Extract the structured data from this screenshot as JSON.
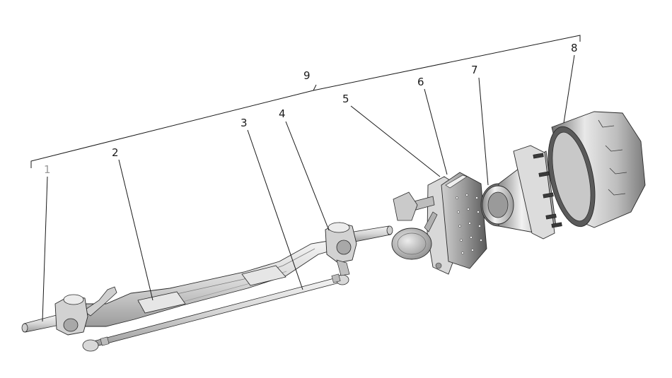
{
  "diagram": {
    "labels": {
      "l1": "1",
      "l2": "2",
      "l3": "3",
      "l4": "4",
      "l5": "5",
      "l6": "6",
      "l7": "7",
      "l8": "8",
      "l9": "9"
    },
    "colors": {
      "line": "#1a1a1a",
      "muted_label": "#9a9a9a",
      "metal_light": "#efefef",
      "metal_mid": "#c9c9c9",
      "metal_dark": "#7a7a7a",
      "outline": "#2a2a2a"
    }
  }
}
